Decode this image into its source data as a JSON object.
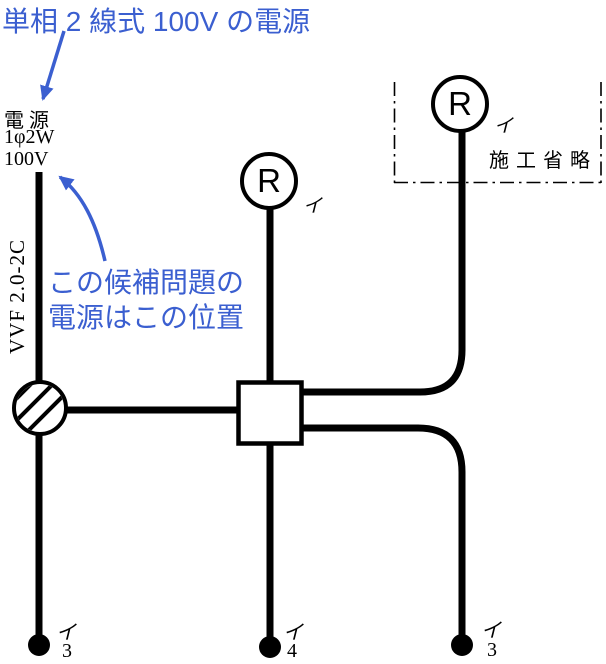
{
  "colors": {
    "accent": "#3b5fd0",
    "line": "#000000"
  },
  "annotations": {
    "power_source_note": "単相 2 線式 100V の電源",
    "position_note_line1": "この候補問題の",
    "position_note_line2": "電源はこの位置"
  },
  "power_label": {
    "title": "電 源",
    "phase": "1φ2W",
    "voltage": "100V"
  },
  "cable_label": "VVF 2.0-2C",
  "omission_label": "施工省略",
  "lamps": {
    "center": {
      "symbol": "R",
      "circuit": "イ"
    },
    "omitted": {
      "symbol": "R",
      "circuit": "イ"
    }
  },
  "switches": {
    "left": {
      "circuit": "イ",
      "way": "3"
    },
    "center": {
      "circuit": "イ",
      "way": "4"
    },
    "right": {
      "circuit": "イ",
      "way": "3"
    }
  }
}
